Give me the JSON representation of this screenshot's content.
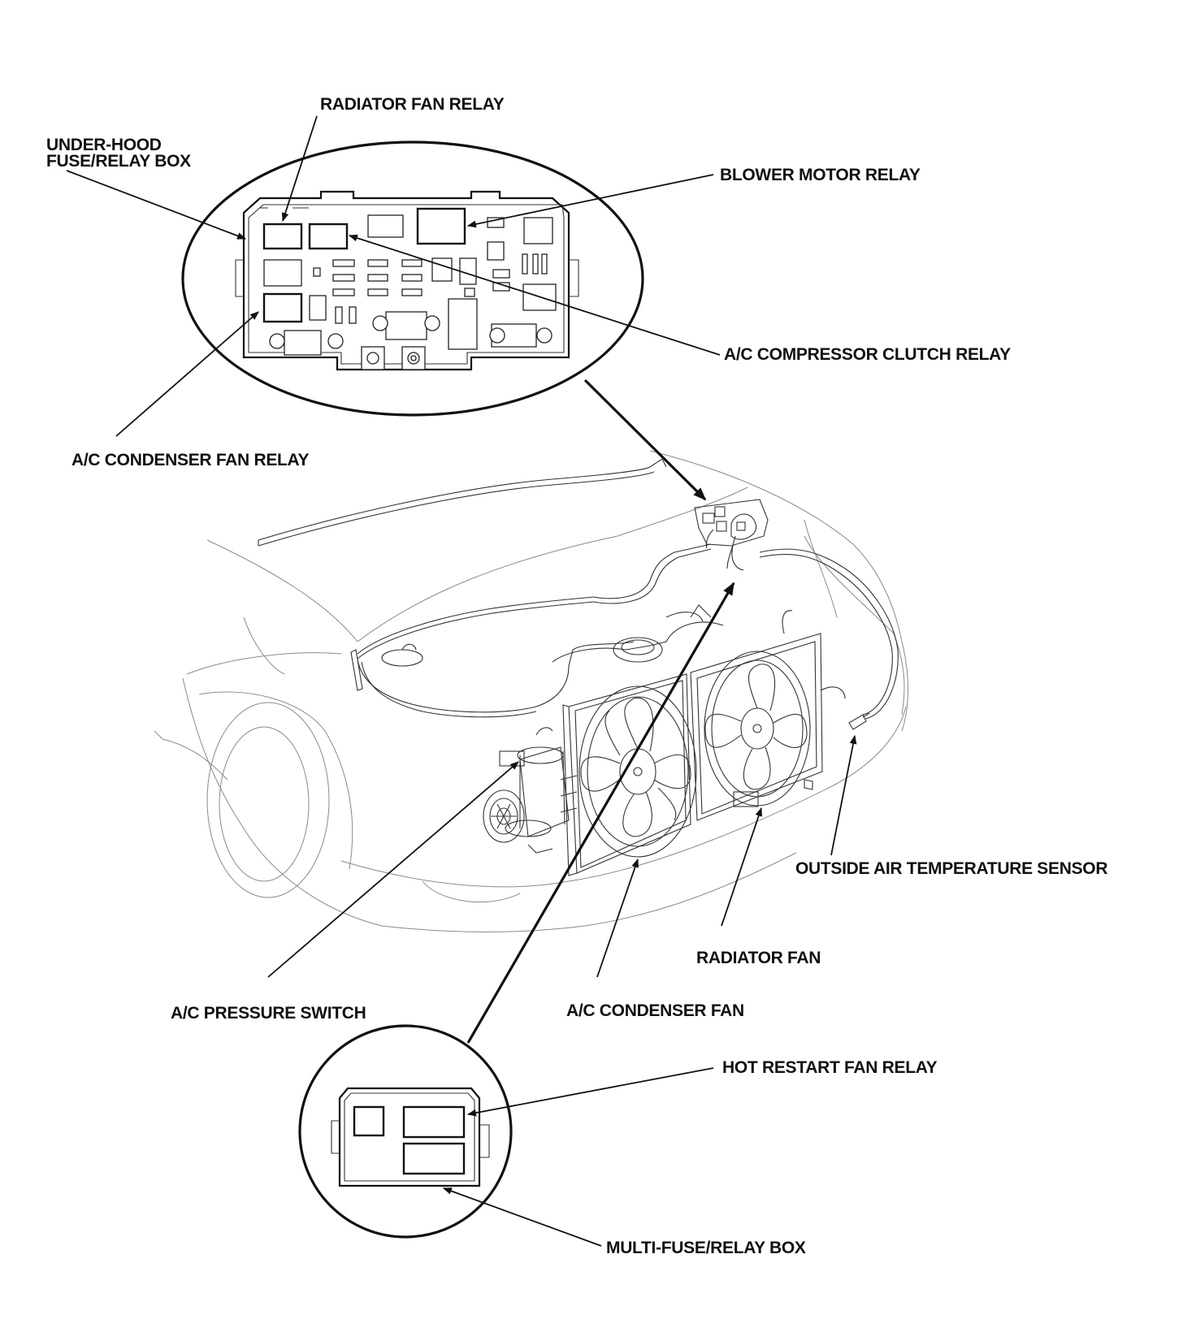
{
  "labels": {
    "radiator_fan_relay": "RADIATOR FAN RELAY",
    "under_hood_box_line1": "UNDER-HOOD",
    "under_hood_box_line2": "FUSE/RELAY BOX",
    "blower_motor_relay": "BLOWER MOTOR RELAY",
    "ac_compressor_clutch_relay": "A/C COMPRESSOR CLUTCH RELAY",
    "ac_condenser_fan_relay": "A/C CONDENSER FAN RELAY",
    "outside_air_temperature_sensor": "OUTSIDE AIR TEMPERATURE SENSOR",
    "radiator_fan": "RADIATOR FAN",
    "ac_pressure_switch": "A/C PRESSURE SWITCH",
    "ac_condenser_fan": "A/C CONDENSER FAN",
    "hot_restart_fan_relay": "HOT RESTART FAN RELAY",
    "multi_fuse_relay_box": "MULTI-FUSE/RELAY BOX"
  }
}
